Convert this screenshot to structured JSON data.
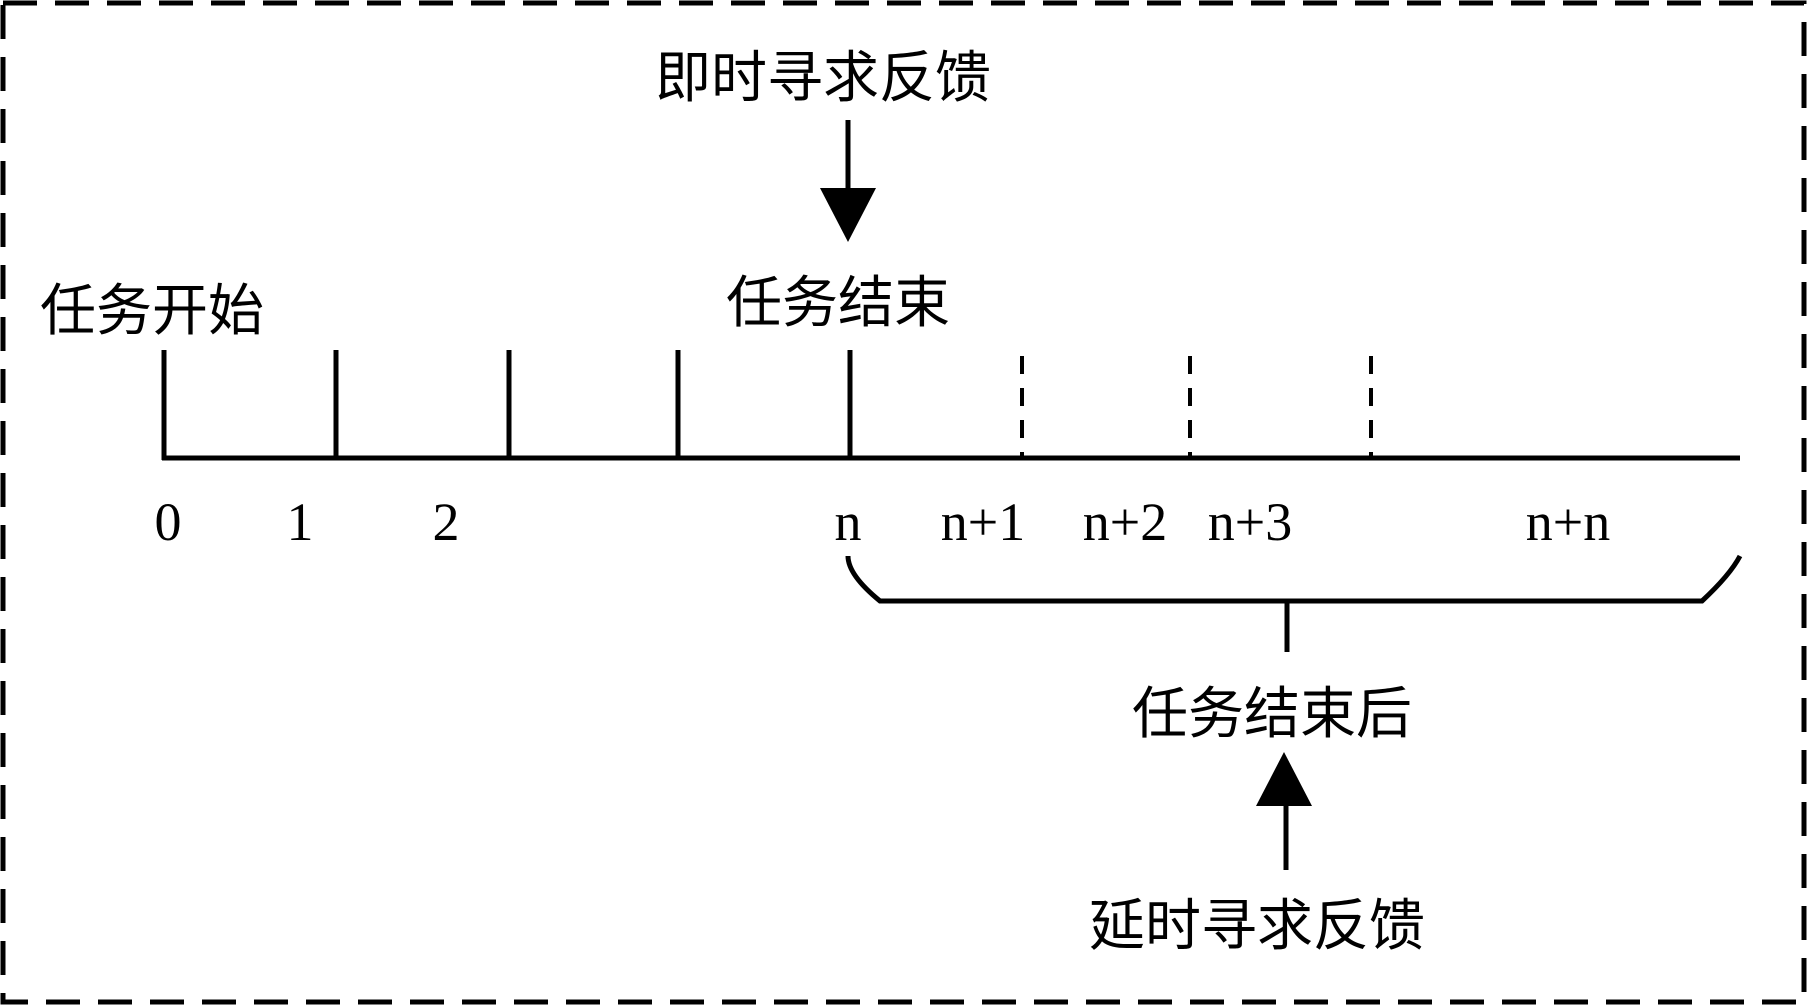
{
  "labels": {
    "immediate_feedback": "即时寻求反馈",
    "task_start": "任务开始",
    "task_end": "任务结束",
    "after_task_end": "任务结束后",
    "delayed_feedback": "延时寻求反馈"
  },
  "timeline": {
    "ticks": [
      "0",
      "1",
      "2",
      "n",
      "n+1",
      "n+2",
      "n+3",
      "n+n"
    ]
  },
  "colors": {
    "line": "#000000",
    "background": "#ffffff"
  }
}
